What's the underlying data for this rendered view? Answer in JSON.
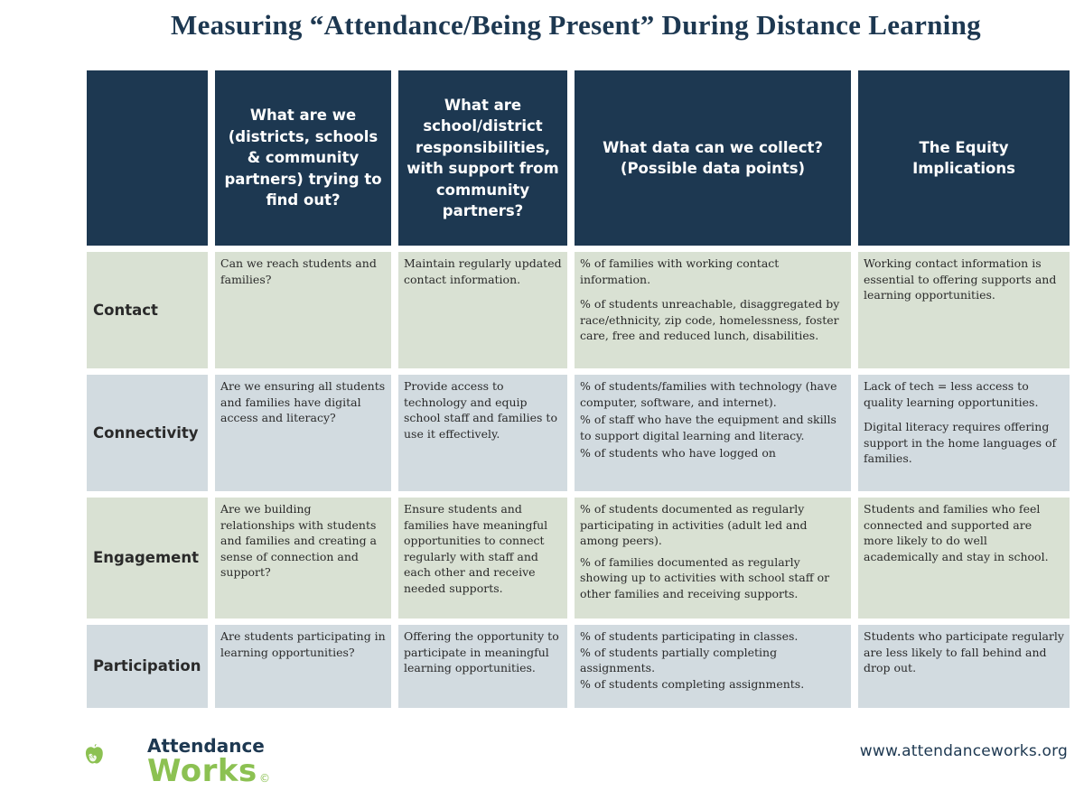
{
  "title": "Measuring “Attendance/Being Present” During Distance Learning",
  "headers": [
    "",
    "What are we (districts, schools & community partners) trying to find out?",
    "What are school/district responsibilities, with support from community partners?",
    "What data can we collect? (Possible data points)",
    "The Equity Implications"
  ],
  "rows": [
    {
      "label": "Contact",
      "find_out": "Can we reach students and families?",
      "responsibilities": "Maintain regularly updated contact information.",
      "data": [
        "% of families with working contact information.",
        "% of students unreachable, disaggregated by race/ethnicity, zip code, homelessness, foster care, free and reduced lunch, disabilities."
      ],
      "equity": [
        "Working contact information is essential to offering supports and learning opportunities."
      ]
    },
    {
      "label": "Connectivity",
      "find_out": "Are we ensuring all students and families have digital access and literacy?",
      "responsibilities": "Provide access to technology and equip school staff and families to use it effectively.",
      "data": [
        "% of students/families with technology (have computer, software, and internet).",
        "% of staff who have the equipment and skills to support digital learning and literacy.",
        "% of students who have logged on"
      ],
      "equity": [
        "Lack of tech = less access to quality learning opportunities.",
        "Digital literacy requires offering support in the home languages of families."
      ]
    },
    {
      "label": "Engagement",
      "find_out": "Are we building relationships with students and families and creating a sense of connection and support?",
      "responsibilities": "Ensure students and families have meaningful opportunities to connect regularly with staff and each other and receive needed supports.",
      "data": [
        "% of students documented as regularly participating in activities (adult led and among peers).",
        "% of families documented as regularly showing up to activities with school staff or other families and receiving supports."
      ],
      "equity": [
        "Students and families who feel connected and supported are more likely to do well academically and stay in school."
      ]
    },
    {
      "label": "Participation",
      "find_out": "Are students participating in learning opportunities?",
      "responsibilities": "Offering the opportunity to participate in meaningful learning opportunities.",
      "data": [
        "% of students participating in classes.",
        "% of students partially completing assignments.",
        "% of students completing assignments."
      ],
      "equity": [
        "Students who participate regularly are less likely to fall behind and drop out."
      ]
    }
  ],
  "logo": {
    "line1": "Attendance",
    "line2": "Works",
    "mark": "©"
  },
  "url": "www.attendanceworks.org",
  "colors": {
    "header_bg": "#1d3851",
    "row_green": "#d9e1d3",
    "row_blue": "#d2dbe0",
    "logo_green": "#8cc152"
  }
}
